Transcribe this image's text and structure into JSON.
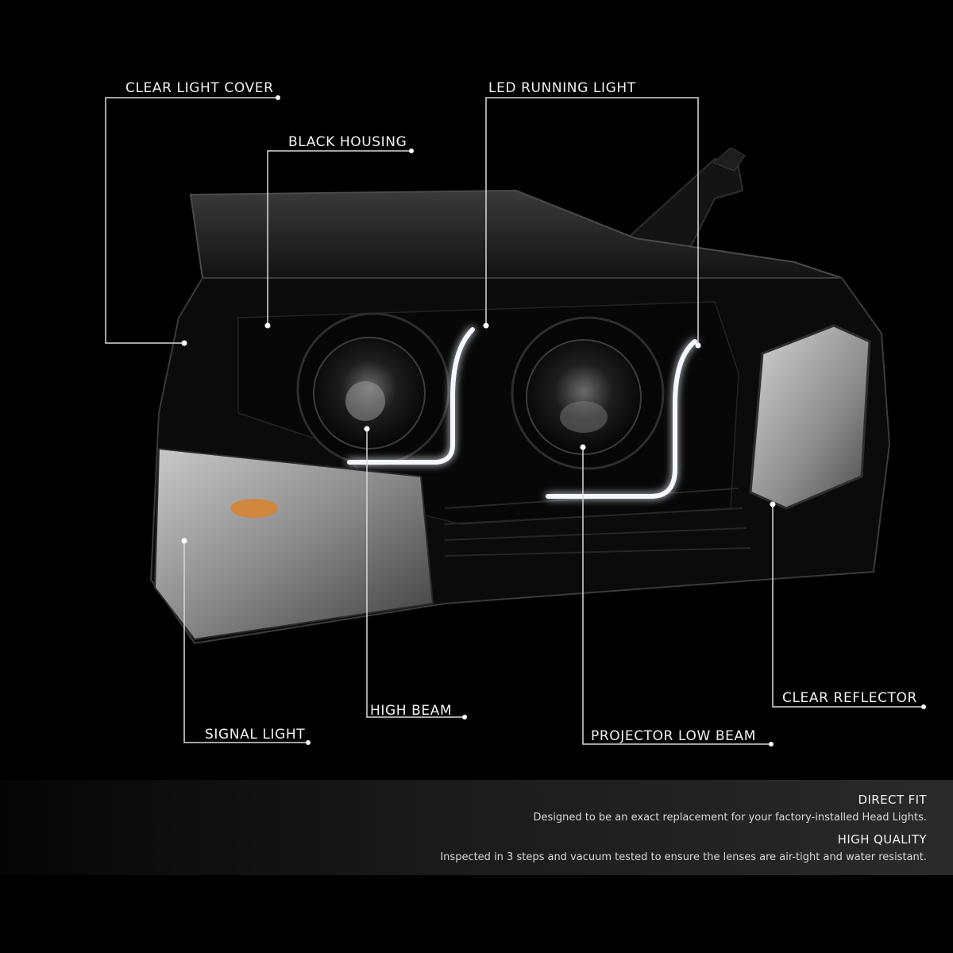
{
  "callouts": {
    "clear_light_cover": "CLEAR LIGHT COVER",
    "black_housing": "BLACK HOUSING",
    "led_running_light": "LED RUNNING LIGHT",
    "high_beam": "HIGH BEAM",
    "signal_light": "SIGNAL LIGHT",
    "projector_low_beam": "PROJECTOR LOW BEAM",
    "clear_reflector": "CLEAR REFLECTOR"
  },
  "features": [
    {
      "title": "DIRECT FIT",
      "description": "Designed to be an exact replacement for your factory-installed Head Lights."
    },
    {
      "title": "HIGH QUALITY",
      "description": "Inspected in 3 steps and vacuum tested to ensure the lenses are air-tight and water resistant."
    }
  ],
  "colors": {
    "background": "#000000",
    "line": "#d9d9d9",
    "drl_glow": "#f5f7ff",
    "signal_amber": "#d9822b"
  }
}
